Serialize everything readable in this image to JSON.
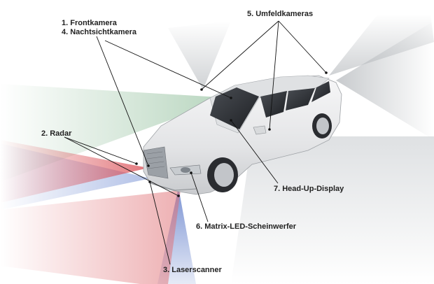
{
  "labels": {
    "front_camera": "1. Frontkamera",
    "night_vision": "4. Nachtsichtkamera",
    "radar": "2. Radar",
    "laser_scanner": "3. Laserscanner",
    "surround_cameras": "5. Umfeldkameras",
    "matrix_led": "6. Matrix-LED-Scheinwerfer",
    "head_up_display": "7. Head-Up-Display"
  },
  "colors": {
    "radar": "#d9484f",
    "laser": "#5a78c8",
    "camera": "#9fc7a8",
    "surround": "#b8bcc0",
    "car_body": "#e9eaec",
    "leader_line": "#111111"
  }
}
